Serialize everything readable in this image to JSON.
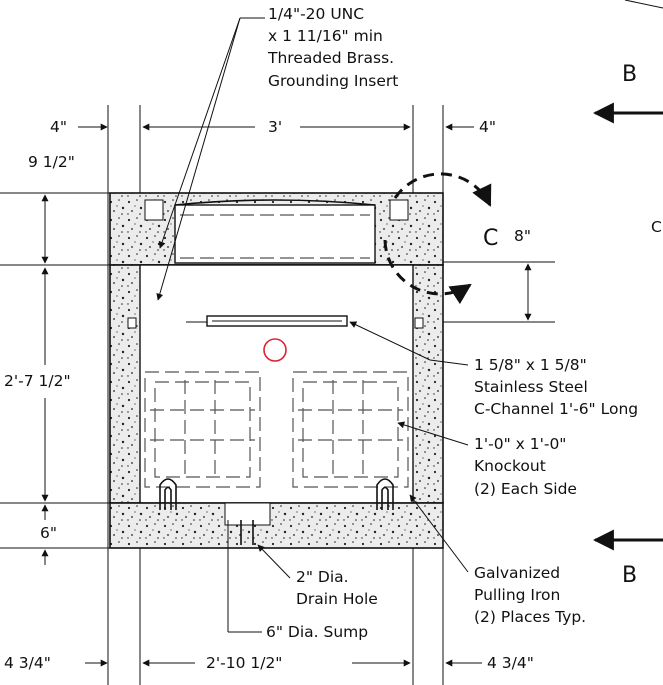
{
  "labels": {
    "insert": [
      "1/4\"-20 UNC",
      "x 1 11/16\" min",
      "Threaded Brass.",
      "Grounding Insert"
    ],
    "dim_left_top": "4\"",
    "dim_width_top": "3'",
    "dim_right_top": "4\"",
    "dim_lid": "9 1/2\"",
    "dim_wall": "2'-7 1/2\"",
    "dim_base": "6\"",
    "dim_c": "8\"",
    "section_c": "C",
    "section_b_top": "B",
    "section_b_bottom": "B",
    "cutoff_c": "C",
    "channel": [
      "1 5/8\" x 1 5/8\"",
      "Stainless Steel",
      "C-Channel 1'-6\" Long"
    ],
    "knockout": [
      "1'-0\" x 1'-0\"",
      "Knockout",
      "(2) Each Side"
    ],
    "pulling_iron": [
      "Galvanized",
      "Pulling Iron",
      "(2) Places Typ."
    ],
    "drain": [
      "2\" Dia.",
      "Drain Hole"
    ],
    "sump": "6\" Dia. Sump",
    "dim_left_bottom": "4 3/4\"",
    "dim_width_bottom": "2'-10 1/2\"",
    "dim_right_bottom": "4 3/4\""
  }
}
